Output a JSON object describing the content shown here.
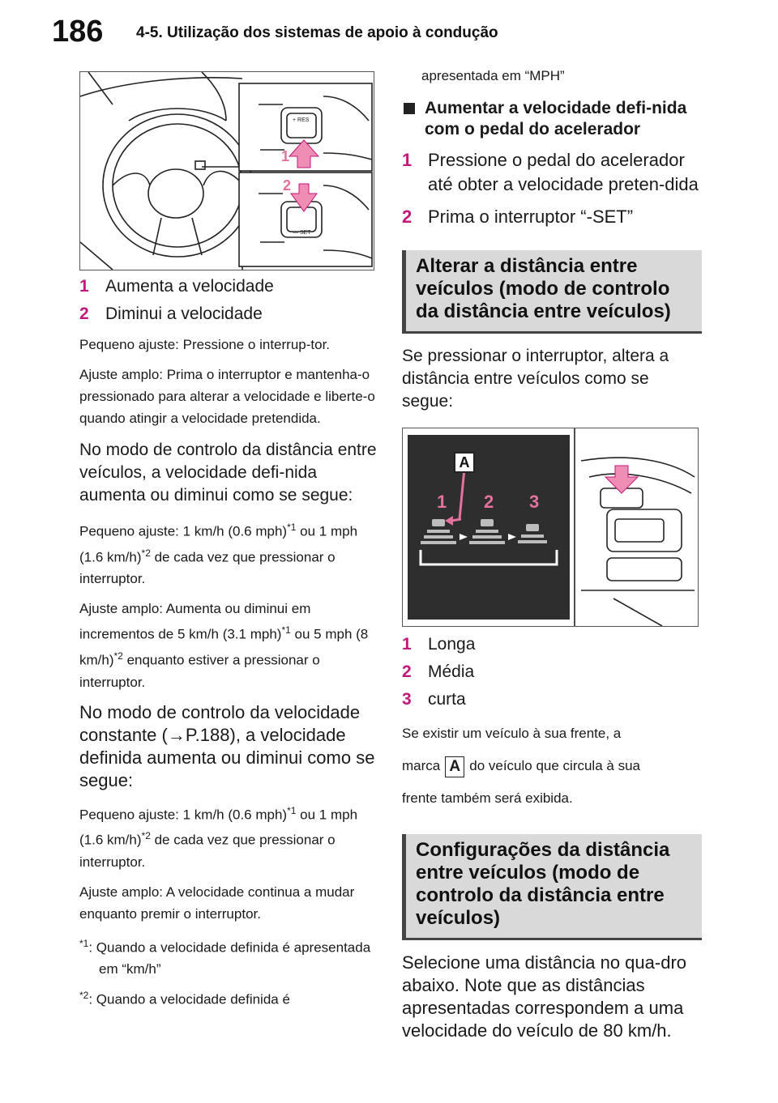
{
  "header": {
    "page_number": "186",
    "chapter": "4-5. Utilização dos sistemas de apoio à condução"
  },
  "left": {
    "figure_labels": {
      "one": "1",
      "two": "2",
      "res": "+ RES",
      "set": "— SET"
    },
    "items": [
      {
        "num": "1",
        "text": "Aumenta a velocidade"
      },
      {
        "num": "2",
        "text": "Diminui a velocidade"
      }
    ],
    "p1": "Pequeno ajuste: Pressione o interrup-tor.",
    "p2": "Ajuste amplo: Prima o interruptor e mantenha-o pressionado para alterar a velocidade e liberte-o quando atingir a velocidade pretendida.",
    "p3": "No modo de controlo da distância entre veículos, a velocidade defi-nida aumenta ou diminui como se segue:",
    "p4a": "Pequeno ajuste: 1 km/h (0.6 mph)",
    "p4b": " ou 1 mph (1.6 km/h)",
    "p4c": " de cada vez que pressionar o interruptor.",
    "p5a": "Ajuste amplo: Aumenta ou diminui em incrementos de 5 km/h (3.1 mph)",
    "p5b": " ou 5 mph (8 km/h)",
    "p5c": " enquanto estiver a pressionar o interruptor.",
    "p6": "No modo de controlo da velocidade constante (→P.188), a velocidade definida aumenta ou diminui como se segue:",
    "p7a": "Pequeno ajuste: 1 km/h (0.6 mph)",
    "p7b": " ou 1 mph (1.6 km/h)",
    "p7c": " de cada vez que pressionar o interruptor.",
    "p8": "Ajuste amplo: A velocidade continua a mudar enquanto premir o interruptor.",
    "sup1": "*1",
    "sup2": "*2",
    "note1": ": Quando a velocidade definida é apresentada em “km/h”",
    "note2": ": Quando a velocidade definida é"
  },
  "right": {
    "note2_cont": "apresentada em “MPH”",
    "subhead": "Aumentar a velocidade defi-nida com o pedal do acelerador",
    "steps": [
      {
        "num": "1",
        "text": "Pressione o pedal do acelerador até obter a velocidade preten-dida"
      },
      {
        "num": "2",
        "text": "Prima o interruptor “-SET”"
      }
    ],
    "section1": "Alterar a distância entre veículos (modo de controlo da distância entre veículos)",
    "para1": "Se pressionar o interruptor, altera a distância entre veículos como se segue:",
    "figure2_labels": {
      "a": "A",
      "one": "1",
      "two": "2",
      "three": "3"
    },
    "distances": [
      {
        "num": "1",
        "text": "Longa"
      },
      {
        "num": "2",
        "text": "Média"
      },
      {
        "num": "3",
        "text": "curta"
      }
    ],
    "para2a": "Se existir um veículo à sua frente, a",
    "para2b": "marca",
    "para2_box": "A",
    "para2c": "do veículo que circula à sua",
    "para2d": "frente também será exibida.",
    "section2": "Configurações da distância entre veículos (modo de controlo da distância entre veículos)",
    "para3": "Selecione uma distância no qua-dro abaixo. Note que as distâncias apresentadas correspondem a uma velocidade do veículo de 80 km/h."
  },
  "colors": {
    "accent": "#c2187a",
    "arrow": "#f08db4",
    "section_bg": "#d9d9d9"
  }
}
